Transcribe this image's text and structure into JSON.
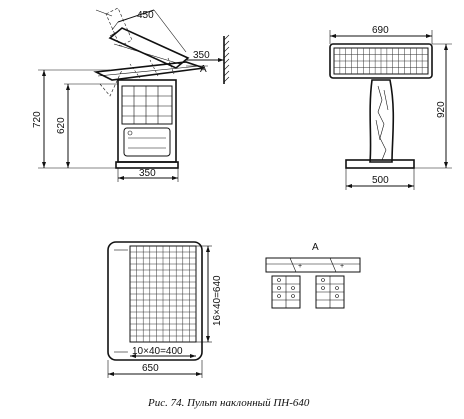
{
  "views": {
    "side": {
      "dims": {
        "height_total": "720",
        "height_desk": "620",
        "depth": "350",
        "tilt_depth": "450",
        "overhang": "350",
        "section_mark": "А"
      }
    },
    "front": {
      "dims": {
        "panel_width": "690",
        "height": "920",
        "base_width": "500"
      }
    },
    "top": {
      "dims": {
        "width": "650",
        "grid_width": "10×40=400",
        "grid_height": "16×40=640"
      }
    },
    "detail": {
      "label": "А",
      "dims": {}
    }
  },
  "caption": "Рис. 74. Пульт наклонный ПН-640"
}
